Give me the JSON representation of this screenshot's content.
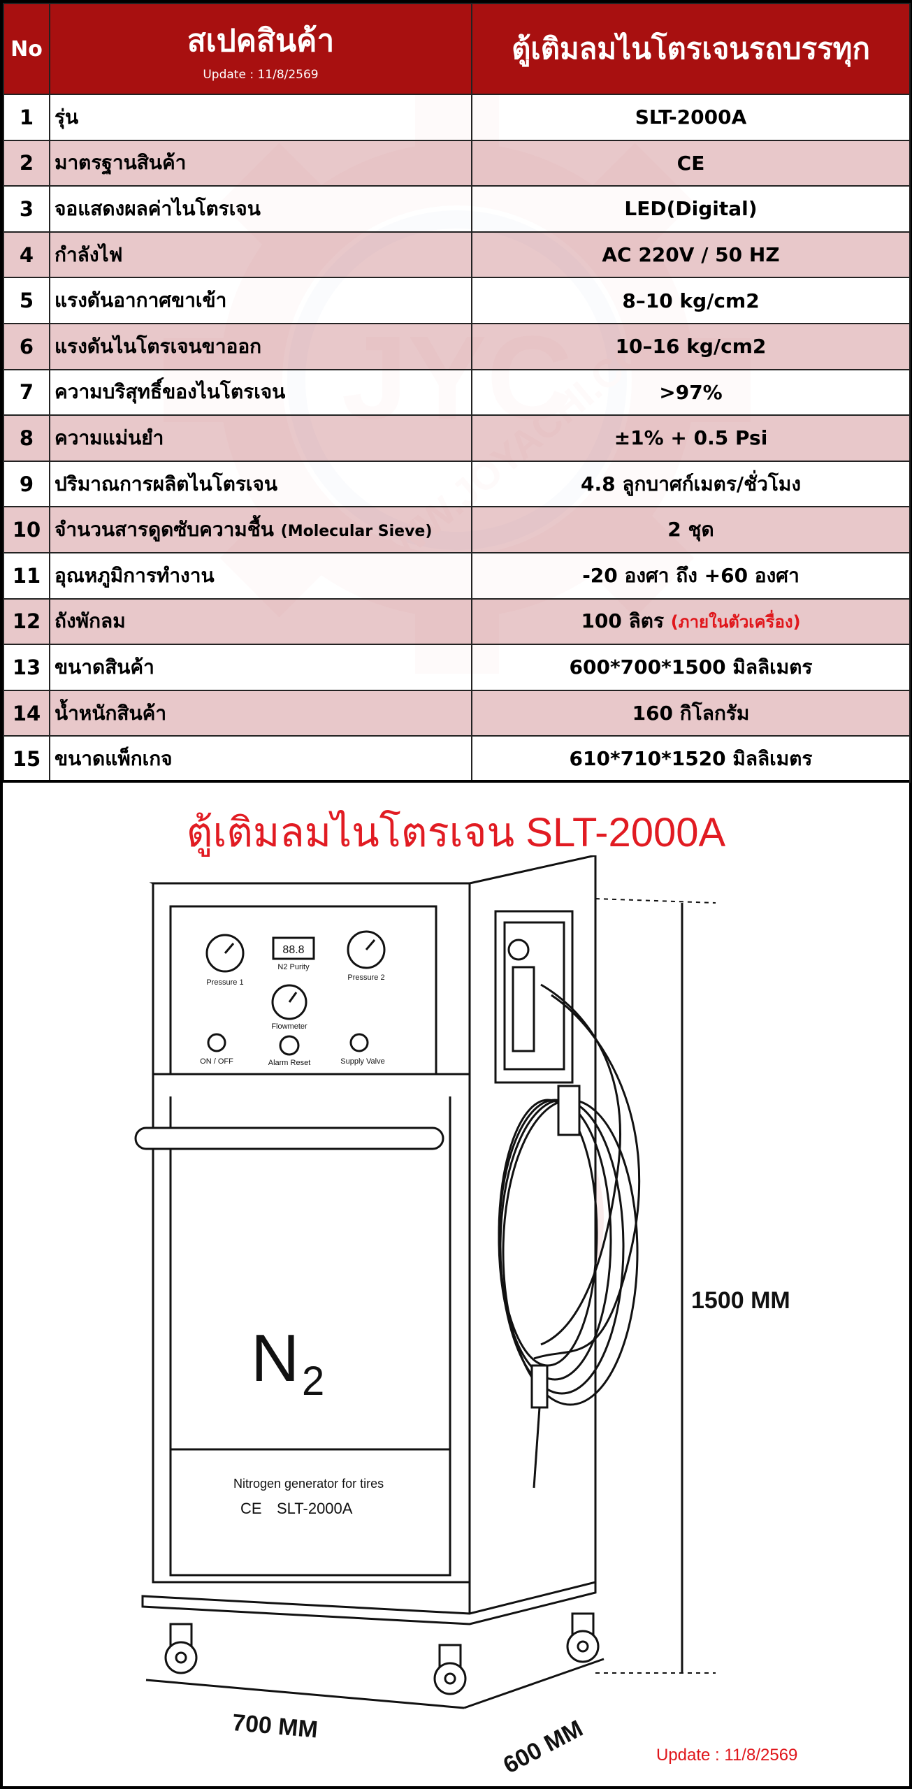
{
  "table": {
    "header": {
      "no_label": "No",
      "spec_label": "สเปคสินค้า",
      "update_label": "Update : 11/8/2569",
      "product_label": "ตู้เติมลมไนโตรเจนรถบรรทุก"
    },
    "rows": [
      {
        "no": "1",
        "name": "รุ่น",
        "value": "SLT-2000A"
      },
      {
        "no": "2",
        "name": "มาตรฐานสินค้า",
        "value": "CE"
      },
      {
        "no": "3",
        "name": "จอแสดงผลค่าไนโตรเจน",
        "value": "LED(Digital)"
      },
      {
        "no": "4",
        "name": "กำลังไฟ",
        "value": "AC 220V / 50 HZ"
      },
      {
        "no": "5",
        "name": "แรงดันอากาศขาเข้า",
        "value": "8–10 kg/cm2"
      },
      {
        "no": "6",
        "name": "แรงดันไนโตรเจนขาออก",
        "value": "10–16 kg/cm2"
      },
      {
        "no": "7",
        "name": "ความบริสุทธิ์ของไนโตรเจน",
        "value": ">97%"
      },
      {
        "no": "8",
        "name": "ความแม่นยำ",
        "value": "±1% + 0.5 Psi"
      },
      {
        "no": "9",
        "name": "ปริมาณการผลิตไนโตรเจน",
        "value": "4.8 ลูกบาศก์เมตร/ชั่วโมง"
      },
      {
        "no": "10",
        "name": "จำนวนสารดูดซับความชื้น",
        "name_note": "(Molecular Sieve)",
        "value": "2 ชุด"
      },
      {
        "no": "11",
        "name": "อุณหภูมิการทำงาน",
        "value": "-20 องศา ถึง +60 องศา"
      },
      {
        "no": "12",
        "name": "ถังพักลม",
        "value": "100 ลิตร",
        "value_note": "(ภายในตัวเครื่อง)"
      },
      {
        "no": "13",
        "name": "ขนาดสินค้า",
        "value": "600*700*1500 มิลลิเมตร"
      },
      {
        "no": "14",
        "name": "น้ำหนักสินค้า",
        "value": "160 กิโลกรัม"
      },
      {
        "no": "15",
        "name": "ขนาดแพ็กเกจ",
        "value": "610*710*1520 มิลลิเมตร"
      }
    ]
  },
  "watermark": {
    "brand": "JYC",
    "url": "WWW.JOYACHI.COM"
  },
  "product": {
    "title": "ตู้เติมลมไนโตรเจน SLT-2000A",
    "panel": {
      "gauge1_label": "Pressure 1",
      "gauge2_label": "Pressure 2",
      "display_value": "88.8",
      "display_label": "N2 Purity",
      "flowmeter_label": "Flowmeter",
      "switch_label": "ON / OFF",
      "alarm_label": "Alarm Reset",
      "supply_label": "Supply Valve"
    },
    "logo_main": "N",
    "logo_sub": "2",
    "nameplate_line1": "Nitrogen generator for tires",
    "nameplate_ce": "CE",
    "nameplate_model": "SLT-2000A",
    "dim_height": "1500 MM",
    "dim_width": "700 MM",
    "dim_depth": "600 MM",
    "update": "Update : 11/8/2569"
  },
  "colors": {
    "header_red": "#a81010",
    "row_pink": "#e4bec1",
    "title_red": "#e11b22"
  }
}
